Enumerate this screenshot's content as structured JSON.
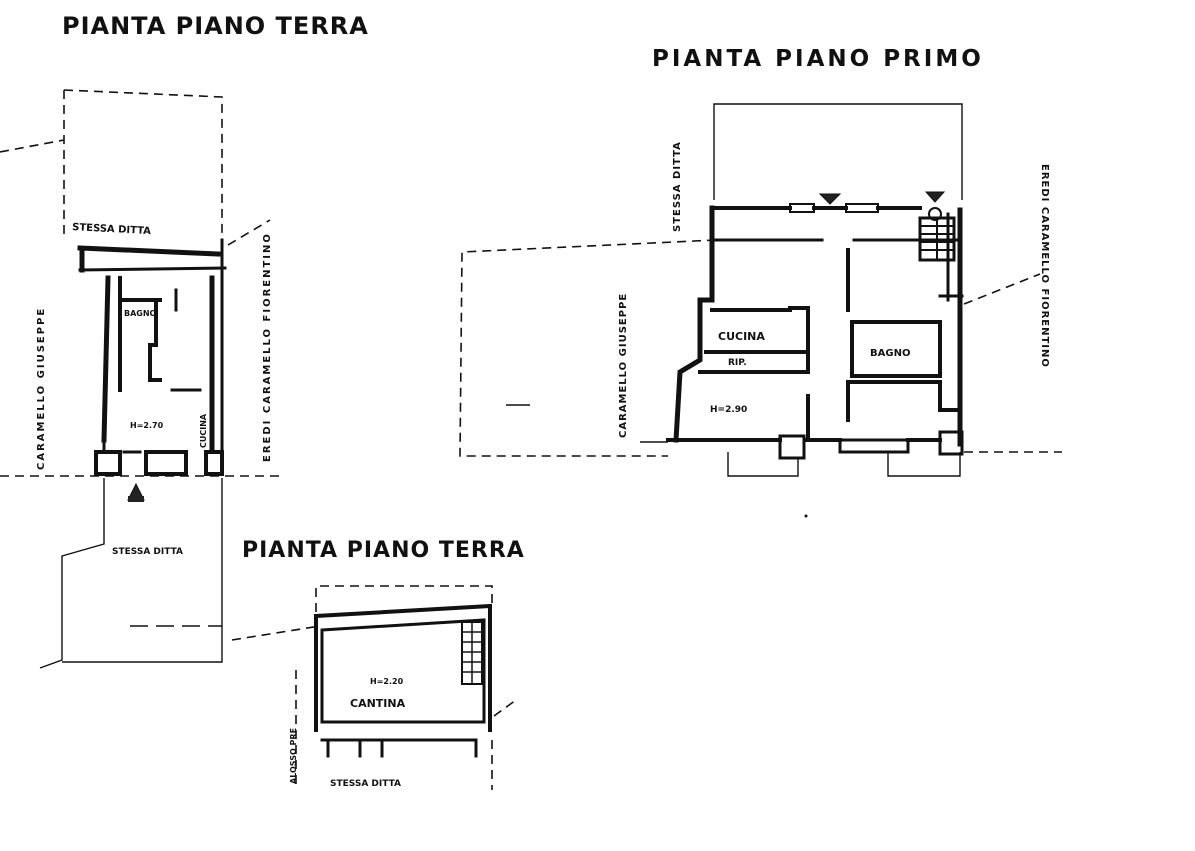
{
  "titles": {
    "ground_floor_1": "PIANTA PIANO TERRA",
    "first_floor": "PIANTA PIANO PRIMO",
    "ground_floor_2": "PIANTA PIANO TERRA"
  },
  "ground_floor_plan": {
    "stessa_ditta_top": "STESSA  DITTA",
    "neighbor_left": "CARAMELLO GIUSEPPE",
    "neighbor_right": "EREDI CARAMELLO FIORENTINO",
    "bagno": "BAGNO",
    "height": "H=2.70",
    "cucina": "CUCINA",
    "stessa_ditta_bottom": "STESSA DITTA"
  },
  "first_floor_plan": {
    "stessa_ditta": "STESSA DITTA",
    "neighbor_left": "CARAMELLO GIUSEPPE",
    "neighbor_right": "EREDI CARAMELLO FIORENTINO",
    "cucina": "CUCINA",
    "rip": "RIP.",
    "height": "H=2.90",
    "bagno": "BAGNO"
  },
  "cellar_plan": {
    "height": "H=2.20",
    "cantina": "CANTINA",
    "stessa_ditta": "STESSA    DITTA",
    "neighbor_left": "ALOSSO PRE"
  }
}
